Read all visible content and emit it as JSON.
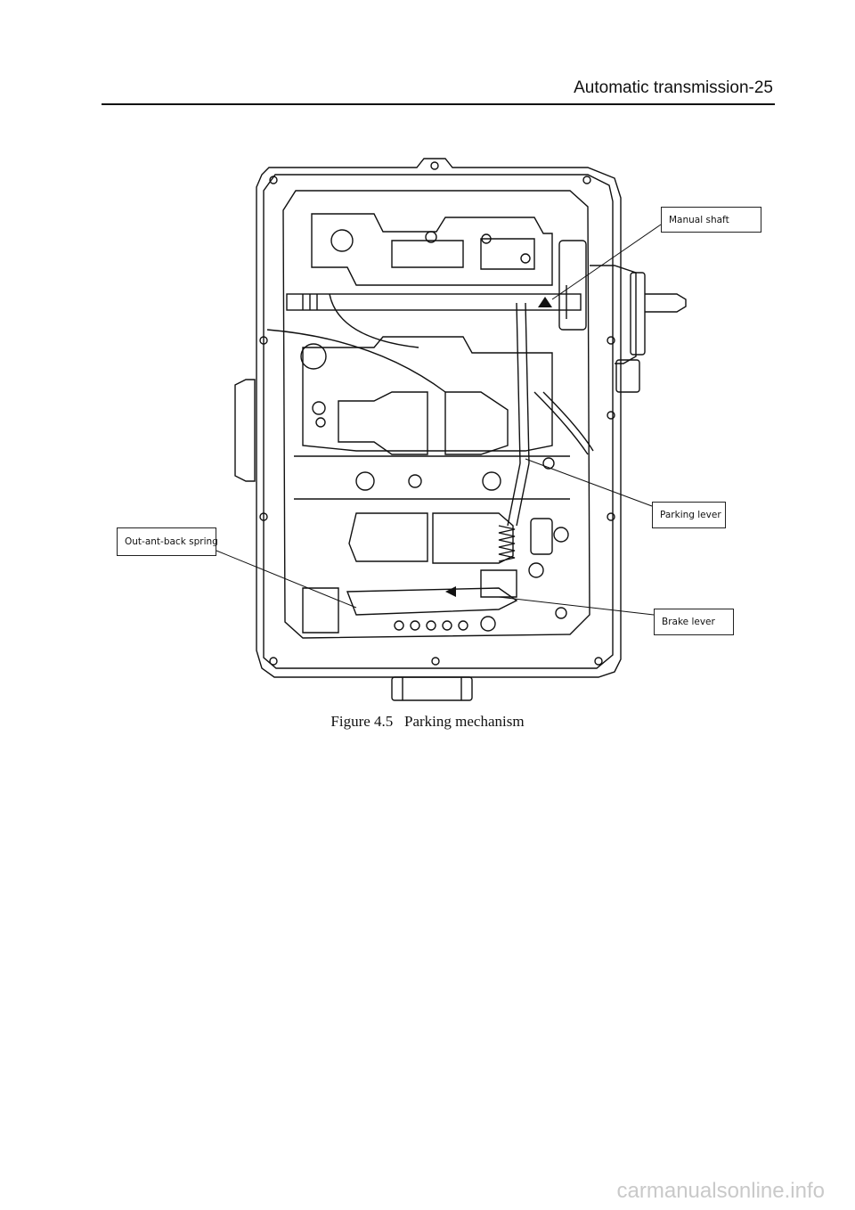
{
  "header": {
    "title": "Automatic transmission-25"
  },
  "figure": {
    "callouts": [
      {
        "id": "manual-shaft",
        "label": "Manual shaft"
      },
      {
        "id": "parking-lever",
        "label": "Parking lever"
      },
      {
        "id": "out-ant-back-spring",
        "label": "Out-ant-back spring"
      },
      {
        "id": "brake-lever",
        "label": "Brake lever"
      }
    ],
    "caption": "Figure 4.5   Parking mechanism"
  },
  "footer": {
    "watermark": "carmanualsonline.info"
  }
}
